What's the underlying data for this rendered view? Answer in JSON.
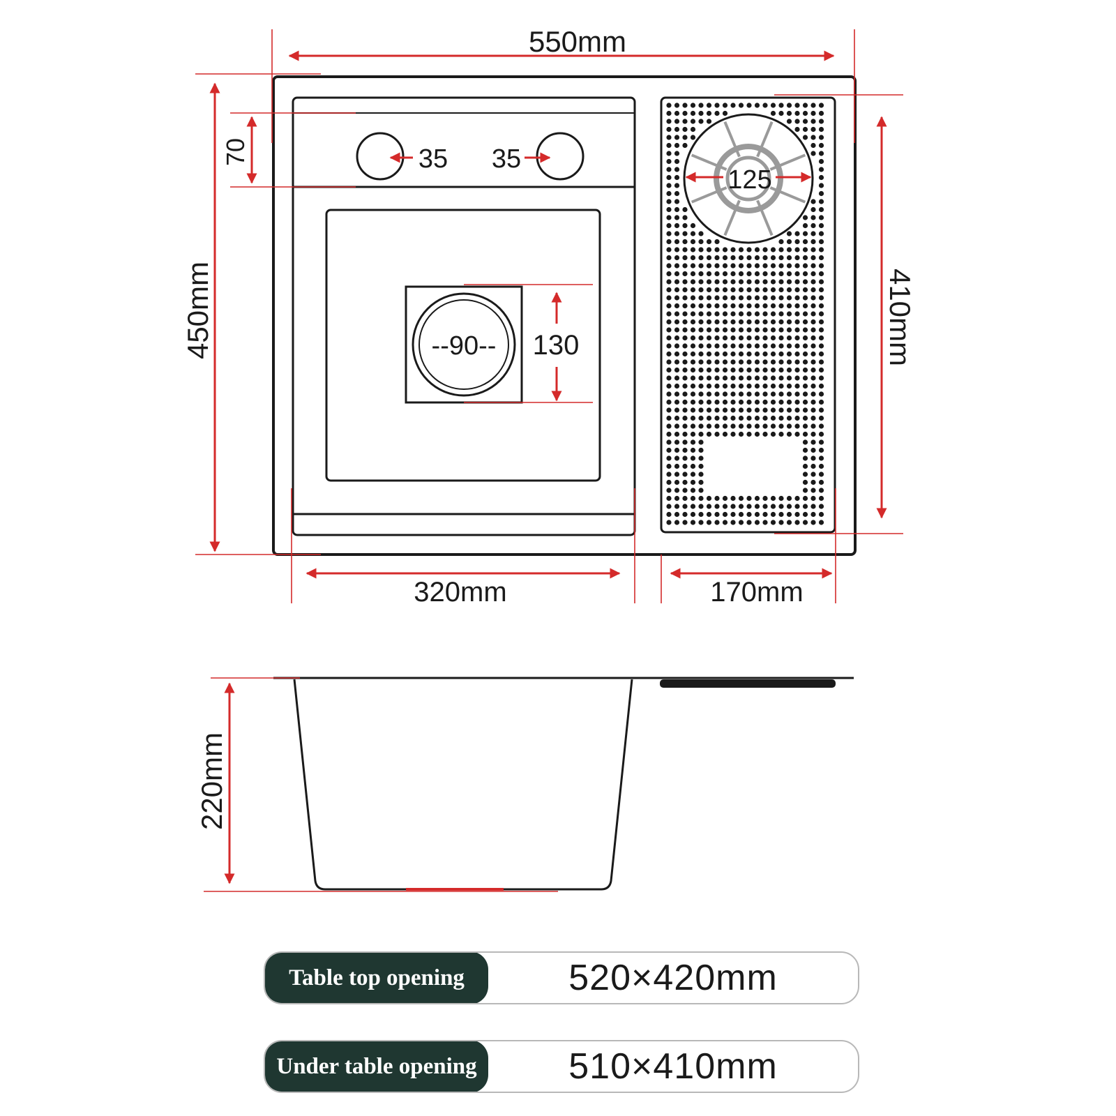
{
  "top_view": {
    "overall_width": "550mm",
    "overall_depth": "450mm",
    "faucet_panel_depth": "70",
    "faucet_hole_left": "35",
    "faucet_hole_right": "35",
    "drain_diameter": "--90--",
    "drain_box": "130",
    "main_basin_width": "320mm",
    "drainboard_width": "170mm",
    "drainboard_depth": "410mm",
    "rinser_diameter": "125"
  },
  "side_view": {
    "basin_height": "220mm"
  },
  "openings": [
    {
      "label": "Table top opening",
      "value": "520×420mm"
    },
    {
      "label": "Under table opening",
      "value": "510×410mm"
    }
  ],
  "colors": {
    "dimension_line": "#d42a2a",
    "outline": "#1a1a1a",
    "label_background": "#1f3731"
  }
}
